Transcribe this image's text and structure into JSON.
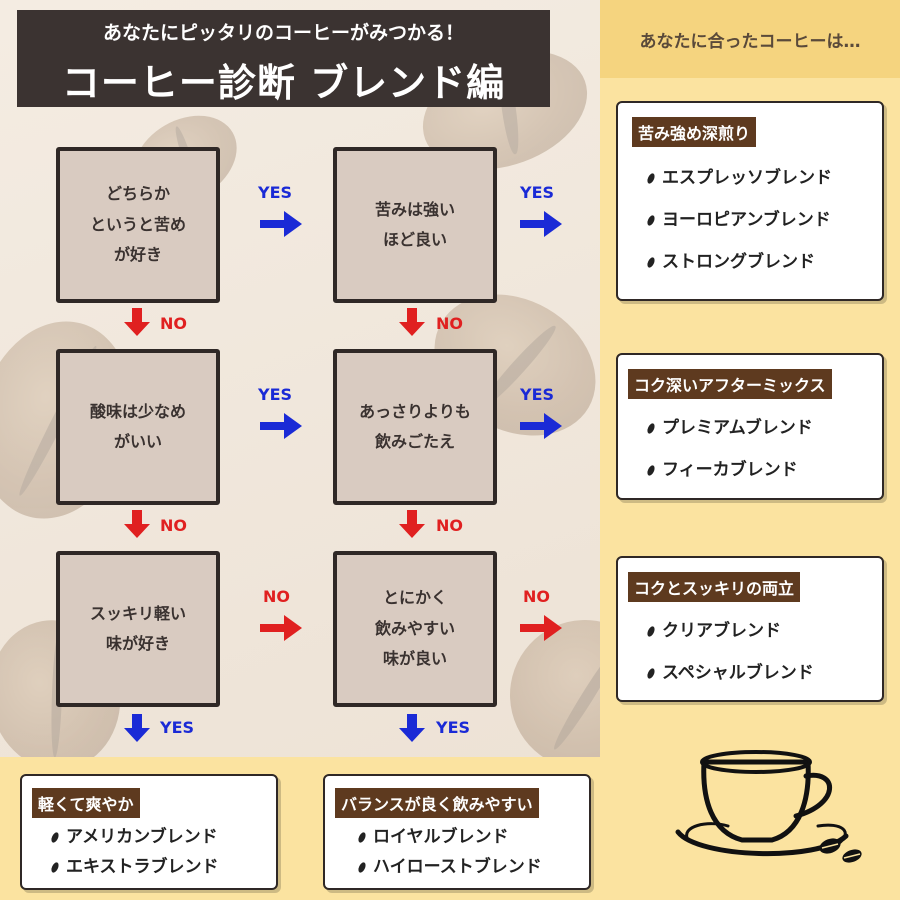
{
  "header": {
    "subtitle": "あなたにピッタリのコーヒーがみつかる！",
    "title": "コーヒー診断 ブレンド編"
  },
  "result_header": "あなたに合ったコーヒーは…",
  "questions": {
    "q1": "どちらか\nというと苦め\nが好き",
    "q2": "苦みは強い\nほど良い",
    "q3": "酸味は少なめ\nがいい",
    "q4": "あっさりよりも\n飲みごたえ",
    "q5": "スッキリ軽い\n味が好き",
    "q6": "とにかく\n飲みやすい\n味が良い"
  },
  "labels": {
    "yes": "YES",
    "no": "NO"
  },
  "colors": {
    "yes": "#1a2ad6",
    "no": "#e02020",
    "card_title_bg": "#5e3a1f"
  },
  "results": {
    "bitter": {
      "title": "苦み強め深煎り",
      "items": [
        "エスプレッソブレンド",
        "ヨーロピアンブレンド",
        "ストロングブレンド"
      ]
    },
    "rich": {
      "title": "コク深いアフターミックス",
      "items": [
        "プレミアムブレンド",
        "フィーカブレンド"
      ]
    },
    "balance_clear": {
      "title": "コクとスッキリの両立",
      "items": [
        "クリアブレンド",
        "スペシャルブレンド"
      ]
    },
    "light": {
      "title": "軽くて爽やか",
      "items": [
        "アメリカンブレンド",
        "エキストラブレンド"
      ]
    },
    "easy": {
      "title": "バランスが良く飲みやすい",
      "items": [
        "ロイヤルブレンド",
        "ハイローストブレンド"
      ]
    }
  }
}
